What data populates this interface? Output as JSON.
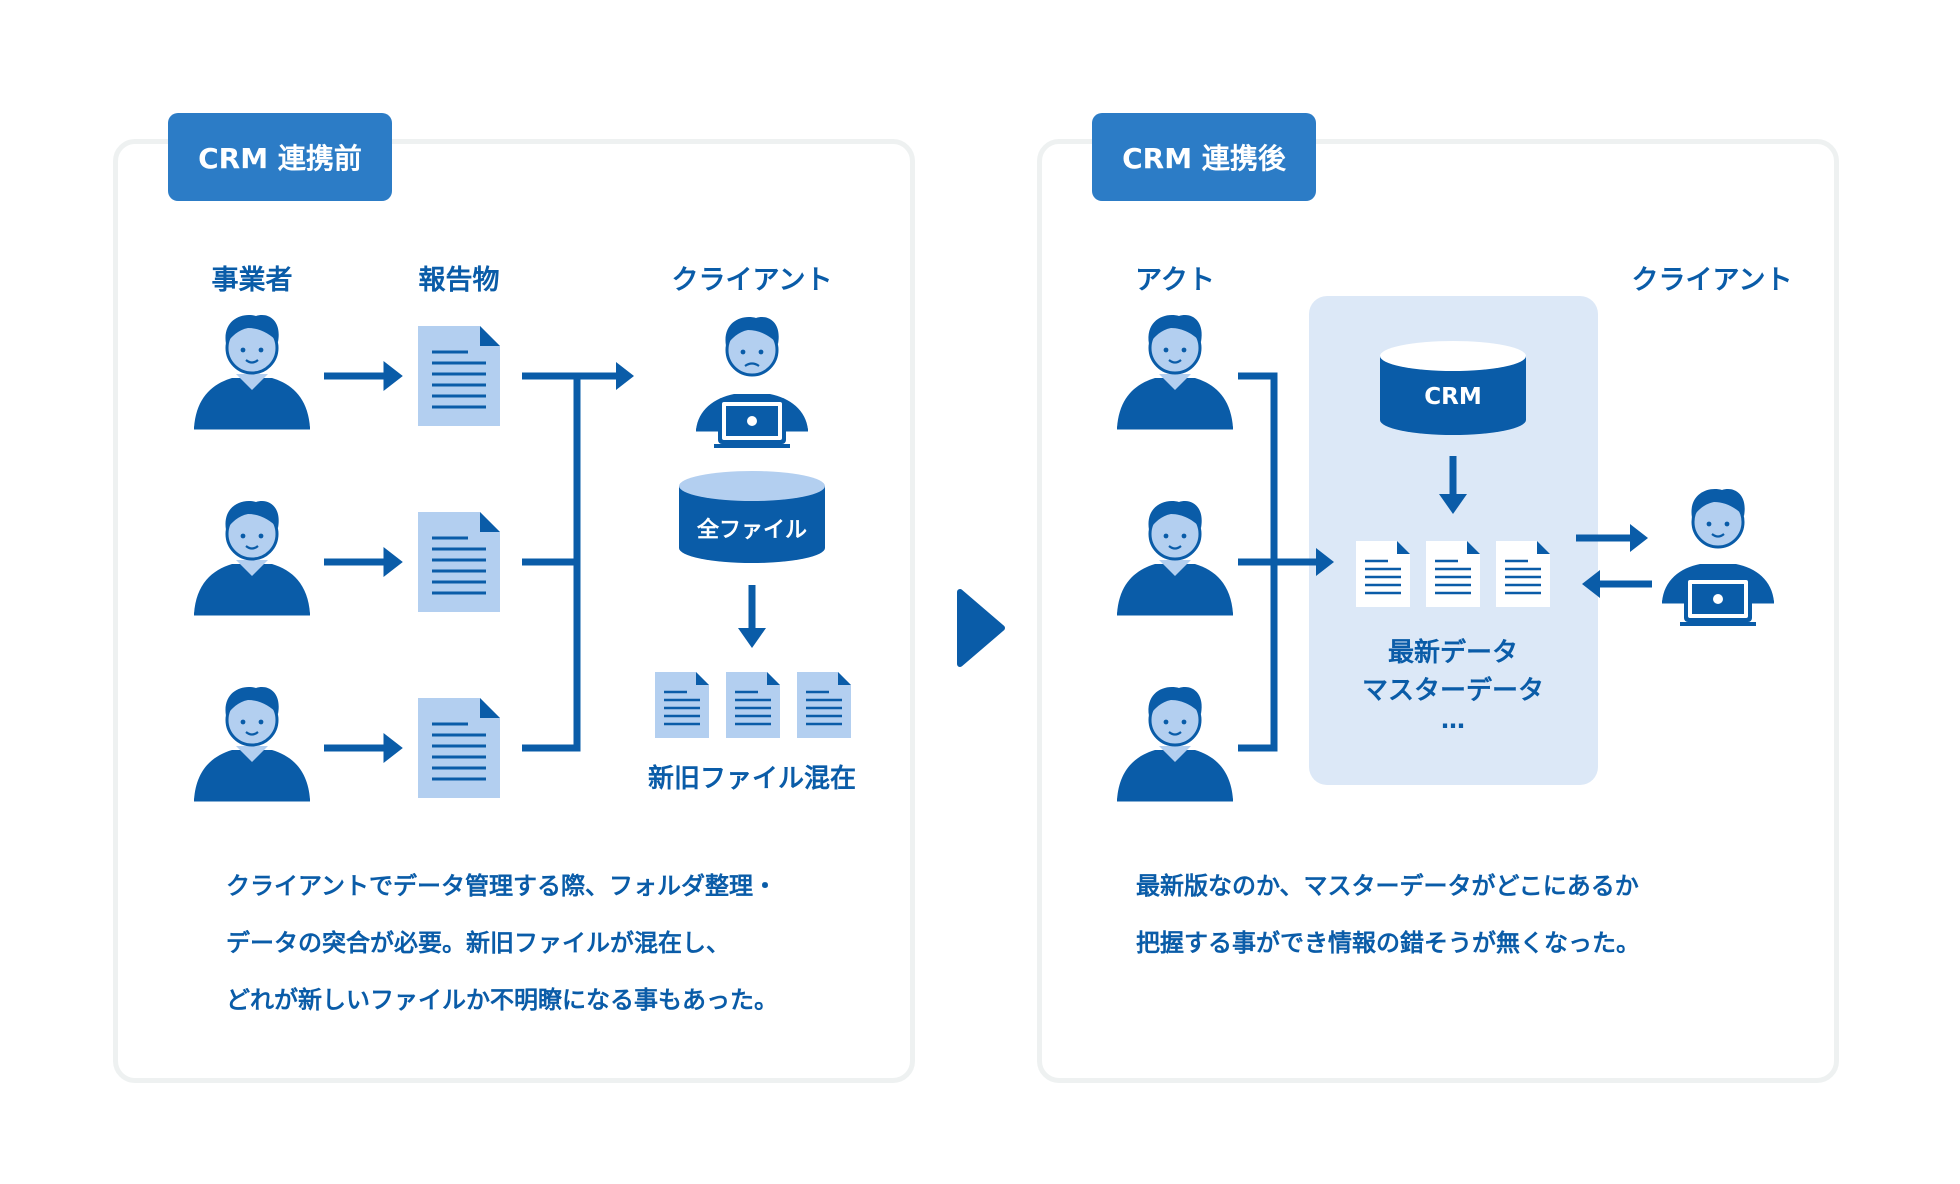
{
  "before": {
    "badge": "CRM 連携前",
    "col_business": "事業者",
    "col_report": "報告物",
    "col_client": "クライアント",
    "db_label": "全ファイル",
    "files_label": "新旧ファイル混在",
    "caption": [
      "クライアントでデータ管理する際、フォルダ整理・",
      "データの突合が必要。新旧ファイルが混在し、",
      "どれが新しいファイルか不明瞭になる事もあった。"
    ]
  },
  "after": {
    "badge": "CRM 連携後",
    "col_act": "アクト",
    "col_client": "クライアント",
    "db_label": "CRM",
    "box_lines": [
      "最新データ",
      "マスターデータ",
      "…"
    ],
    "caption": [
      "最新版なのか、マスターデータがどこにあるか",
      "把握する事ができ情報の錯そうが無くなった。"
    ]
  },
  "colors": {
    "primary": "#0a5ca8",
    "badge": "#2c7cc6",
    "light": "#b3cff0",
    "box": "#dce8f7",
    "border": "#eef1f1",
    "skin": "#b3cff0"
  },
  "icons": [
    "person-icon",
    "document-icon",
    "database-icon",
    "laptop-icon",
    "arrow-icon",
    "next-triangle-icon"
  ]
}
